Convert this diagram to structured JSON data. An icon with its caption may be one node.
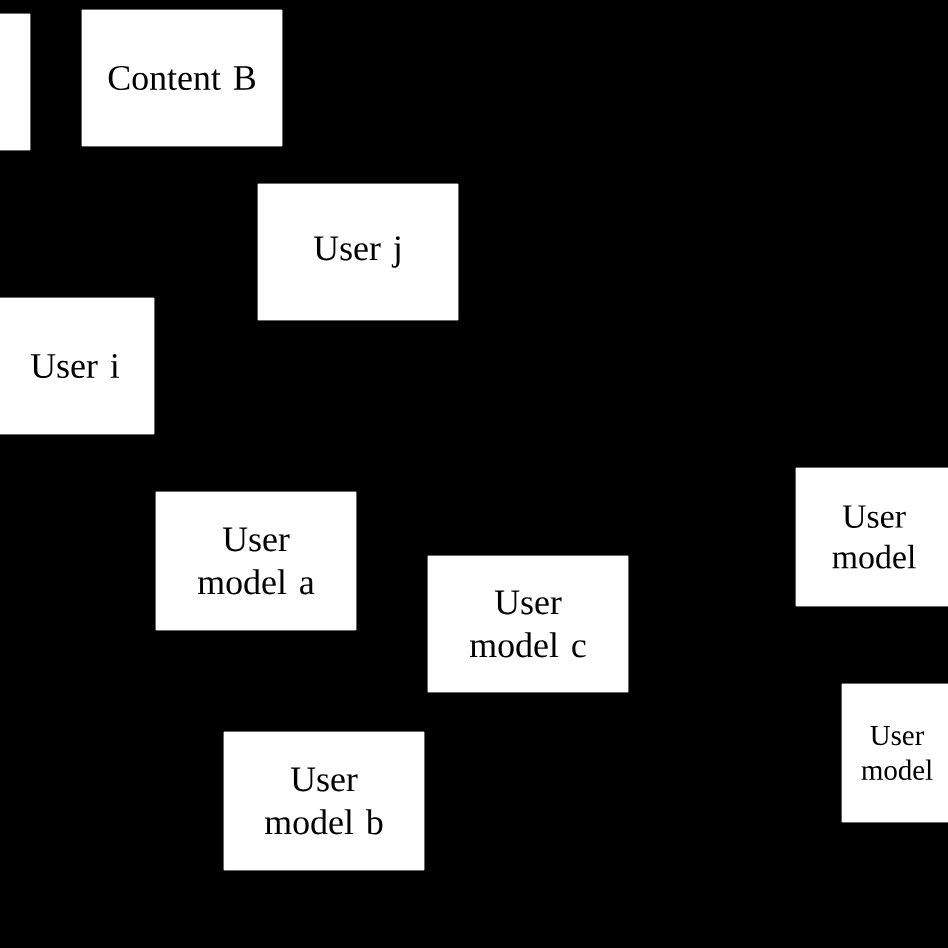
{
  "diagram": {
    "nodes": [
      {
        "text": [],
        "shape": "box"
      },
      {
        "text": [
          "Content B"
        ]
      },
      {
        "text": [
          "User j"
        ]
      },
      {
        "text": [
          "User i"
        ]
      },
      {
        "text": [
          "User model a"
        ]
      },
      {
        "text": [
          "User model c"
        ]
      },
      {
        "text": [
          "User model"
        ]
      },
      {
        "text": [
          "User model"
        ]
      },
      {
        "text": [
          "User model b"
        ]
      }
    ]
  }
}
